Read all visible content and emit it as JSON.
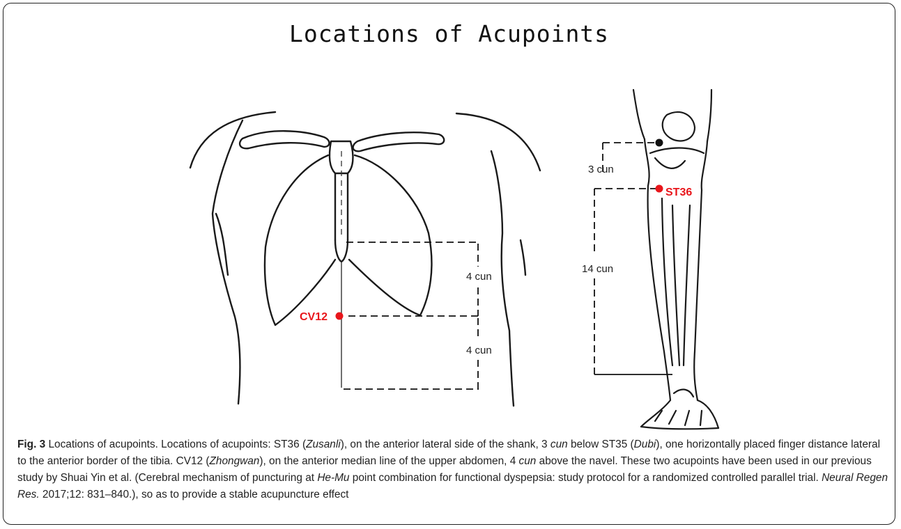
{
  "figure": {
    "title": "Locations of Acupoints",
    "torso_labels": {
      "point": "CV12",
      "upper_distance": "4 cun",
      "lower_distance": "4 cun"
    },
    "leg_labels": {
      "point": "ST36",
      "upper_distance": "3 cun",
      "lower_distance": "14 cun"
    },
    "point_color": "#e8161b"
  },
  "caption": {
    "fig_no": "Fig. 3",
    "s1": " Locations of acupoints. Locations of acupoints: ST36 (",
    "i1": "Zusanli",
    "s2": "), on the anterior lateral side of the shank, 3 ",
    "i2": "cun",
    "s3": " below ST35 (",
    "i3": "Dubi",
    "s4": "), one horizontally placed finger distance lateral to the anterior border of the tibia. CV12 (",
    "i4": "Zhongwan",
    "s5": "), on the anterior median line of the upper abdomen, 4 ",
    "i5": "cun",
    "s6": " above the navel. These two acupoints have been used in our previous study by Shuai Yin et al. (Cerebral mechanism of puncturing at ",
    "i6": "He-Mu",
    "s7": " point combination for functional dyspepsia: study protocol for a randomized controlled parallel trial. ",
    "i7": "Neural Regen Res.",
    "s8": " 2017;12: 831–840.), so as to provide a stable acupuncture effect"
  }
}
